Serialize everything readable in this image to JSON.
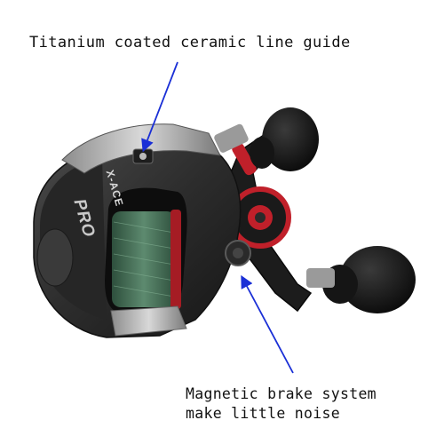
{
  "annotations": {
    "line_guide": "Titanium coated ceramic line guide",
    "brake_line1": "Magnetic brake system",
    "brake_line2": "make little noise"
  },
  "reel_branding": {
    "model": "X-ACE",
    "series": "PRO"
  },
  "colors": {
    "arrow": "#1a2fd6",
    "reel_body": "#2b2b2b",
    "accent": "#c0202a",
    "spool_line": "#3f6a52"
  }
}
